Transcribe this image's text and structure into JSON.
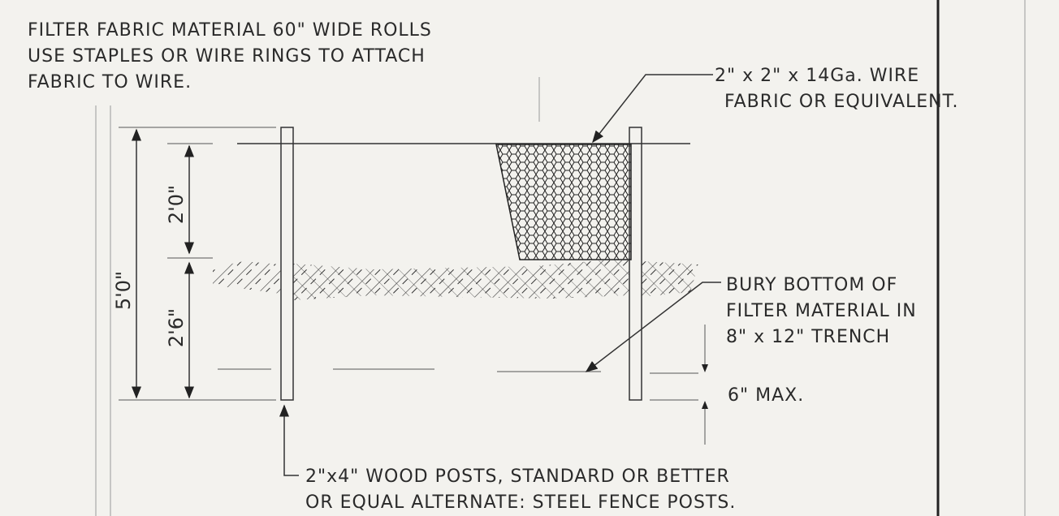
{
  "notes": {
    "fabric": [
      "FILTER FABRIC MATERIAL 60\" WIDE ROLLS",
      "USE STAPLES OR WIRE RINGS TO ATTACH",
      "FABRIC TO WIRE."
    ],
    "wire": [
      "2\" x 2\" x 14Ga. WIRE",
      "FABRIC OR EQUIVALENT."
    ],
    "bury": [
      "BURY BOTTOM OF",
      "FILTER MATERIAL IN",
      "8\" x 12\" TRENCH"
    ],
    "max_depth": "6\" MAX.",
    "posts": [
      "2\"x4\" WOOD POSTS, STANDARD OR BETTER",
      "OR EQUAL ALTERNATE: STEEL FENCE POSTS."
    ]
  },
  "dimensions": {
    "total_height": "5'0\"",
    "above_grade": "2'0\"",
    "below_grade": "2'6\""
  }
}
